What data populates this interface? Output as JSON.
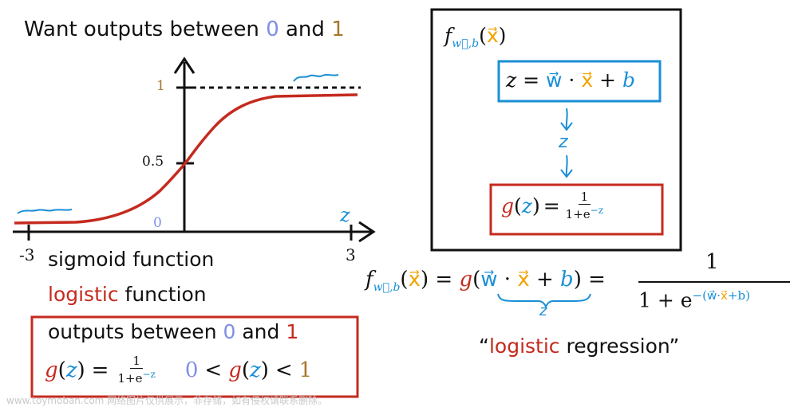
{
  "heading": {
    "prefix": "Want outputs between ",
    "zero": "0",
    "and": " and ",
    "one": "1"
  },
  "graph": {
    "tick_1": "1",
    "tick_05": "0.5",
    "tick_0": "0",
    "x_min": "-3",
    "x_max": "3",
    "axis_var": "z"
  },
  "names": {
    "sigmoid": "sigmoid function",
    "logistic_word": "logistic",
    "function_word": " function"
  },
  "output_box": {
    "line1_prefix": "outputs between ",
    "zero": "0",
    "and": " and ",
    "one": "1",
    "g": "g",
    "z": "z",
    "eq": "=",
    "frac_num": "1",
    "frac_den_base": "1+e",
    "frac_den_exp": "−z",
    "lt0": "0",
    "lt": "<",
    "lt1": "1"
  },
  "model_box": {
    "f": "f",
    "sub": "w⃗,b",
    "x": "x⃗",
    "z_eq": "z = ",
    "w": "w⃗",
    "dot": " · ",
    "xv": "x⃗",
    "plus": " + ",
    "b": "b",
    "arrow_z": "z",
    "g": "g",
    "z": "z",
    "eq": " = ",
    "num": "1",
    "den_base": "1+e",
    "den_exp": "−z"
  },
  "full_formula": {
    "f": "f",
    "sub": "w⃗,b",
    "x": "x⃗",
    "eq": " = ",
    "g": "g",
    "w": "w⃗",
    "dot": " · ",
    "xv": "x⃗",
    "plus": " + ",
    "b": "b",
    "brace_z": "z",
    "num": "1",
    "den_base": "1 + e",
    "den_exp_w": "−(w⃗·",
    "den_exp_x": "x⃗",
    "den_exp_b": "+b)"
  },
  "caption": {
    "open_quote": "“",
    "logistic": "logistic",
    "rest": " regression”"
  },
  "watermark": "www.toymoban.com 网络图片仅供展示，非存储，如有侵权请联系删除。"
}
